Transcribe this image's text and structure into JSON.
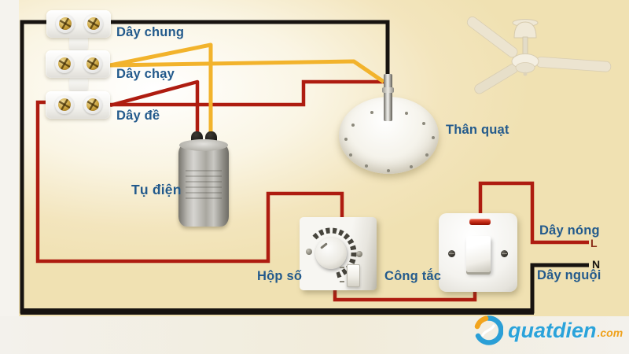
{
  "colors": {
    "wire_neutral": "#171310",
    "wire_hot": "#ae1c10",
    "wire_run": "#f2b32c",
    "label_blue": "#235a8c",
    "marker_l": "#8c2f1b",
    "marker_n": "#171310",
    "logo_blue": "#2ba3da",
    "logo_orange": "#efa21d"
  },
  "terminals": {
    "common": {
      "label": "Dây chung"
    },
    "run": {
      "label": "Dây chạy"
    },
    "start": {
      "label": "Dây đề"
    }
  },
  "components": {
    "capacitor_label": "Tụ điện",
    "fan_body_label": "Thân quạt",
    "speed_box_label": "Hộp số",
    "switch_label": "Công tắc"
  },
  "power": {
    "hot_label": "Dây nóng",
    "hot_marker": "L",
    "neutral_label": "Dây nguội",
    "neutral_marker": "N"
  },
  "logo": {
    "name": "quatdien",
    "tld": ".com"
  }
}
